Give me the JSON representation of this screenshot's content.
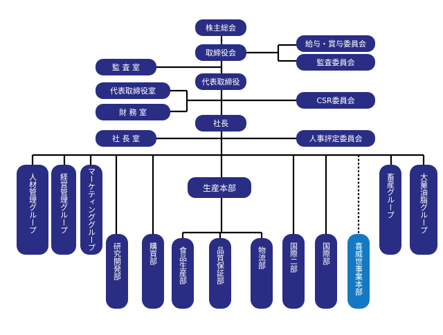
{
  "chart": {
    "top": {
      "shareholders": "株主総会",
      "board": "取締役会",
      "compensation_committee": "給与・賞与委員会",
      "audit_committee": "監査委員会",
      "audit_office": "監 査 室",
      "representative_director": "代表取締役",
      "representative_director_office": "代表取締役室",
      "finance_office": "財 務 室",
      "csr_committee": "CSR委員会",
      "president": "社長",
      "president_office": "社 長 室",
      "hr_evaluation_committee": "人事評定委員会"
    },
    "production_hq": "生産本部",
    "divisions": {
      "hr_management": "人材管理グループ",
      "business_management": "経営管理グループ",
      "marketing": "マーケティンググループ",
      "research": "研究開発部",
      "purchasing": "購買部",
      "food_production": "食品生産部",
      "quality_assurance": "品質保証部",
      "logistics": "物流部",
      "international2": "国際二部",
      "international": "国際部",
      "kiishi_business": "喜威世事業本部",
      "livestock": "畜産グループ",
      "soybean_oil": "大量油脂グループ"
    },
    "colors": {
      "box": "#2a2d84",
      "highlight": "#1479c2",
      "line": "#000000"
    }
  }
}
